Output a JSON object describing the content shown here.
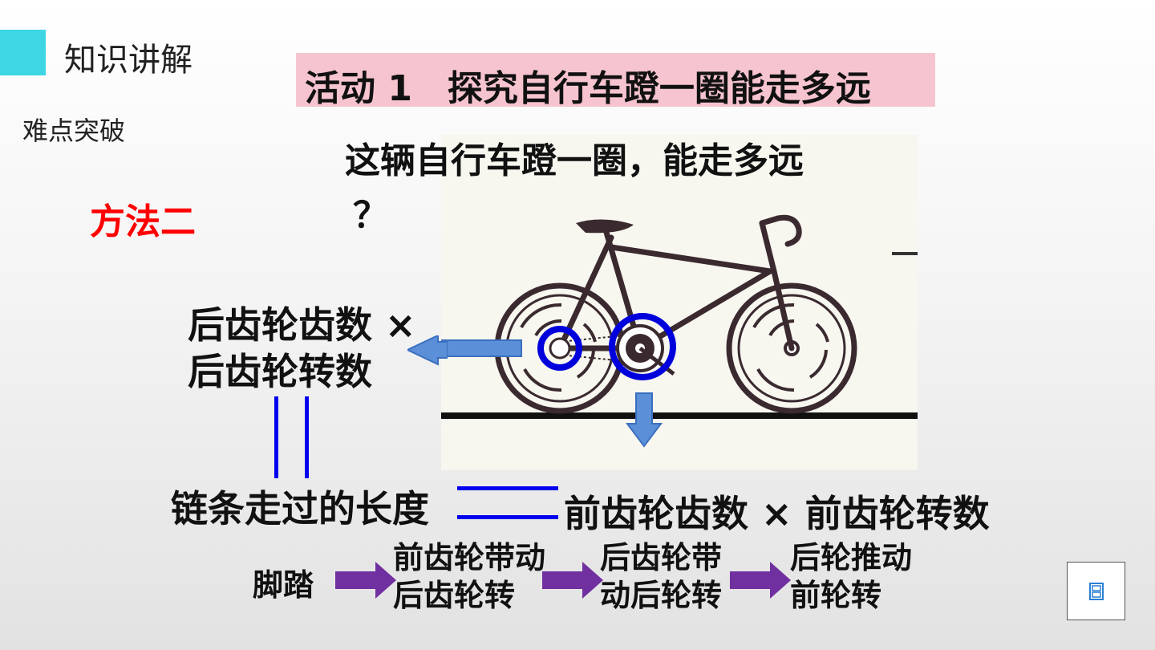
{
  "header": {
    "section_title": "知识讲解",
    "subsection": "难点突破",
    "accent_color": "#3dd6e5"
  },
  "activity": {
    "title": "活动 1　探究自行车蹬一圈能走多远",
    "banner_color": "#f6c4cf"
  },
  "method": {
    "label": "方法二",
    "color": "#ff0000"
  },
  "question": {
    "line1": "这辆自行车蹬一圈，能走多远",
    "line2": "？"
  },
  "formula": {
    "rear_line1": "后齿轮齿数 ×",
    "rear_line2": "后齿轮转数",
    "chain_length": "链条走过的长度",
    "front": "前齿轮齿数 × 前齿轮转数",
    "equal_color": "#0000ee"
  },
  "flow": {
    "pedal": "脚踏",
    "step1_line1": "前齿轮带动",
    "step1_line2": "后齿轮转",
    "step2_line1": "后齿轮带",
    "step2_line2": "动后轮转",
    "step3_line1": "后轮推动",
    "step3_line2": "前轮转",
    "arrow_color": "#7030a0"
  },
  "illustration": {
    "highlight_color": "#0000dd",
    "arrow_color": "#5b8fd8"
  },
  "controls": {
    "media_icon": "film-icon"
  }
}
